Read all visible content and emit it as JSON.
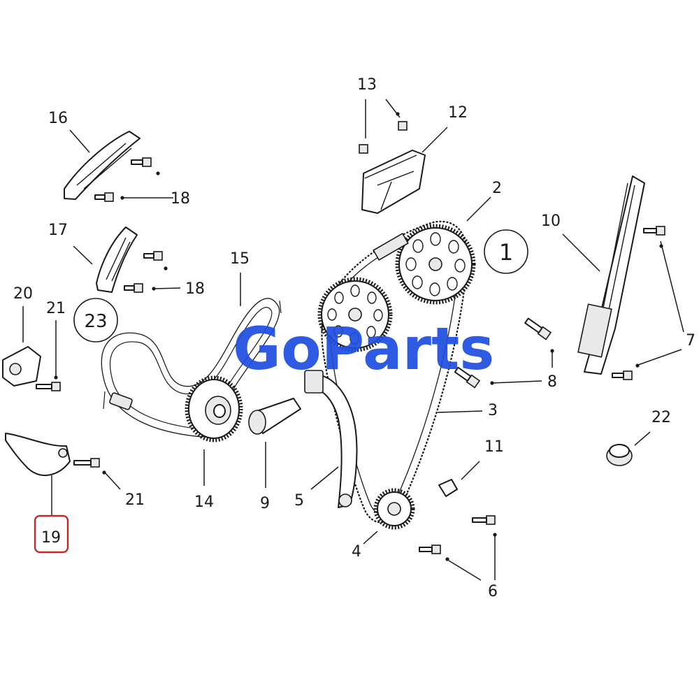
{
  "brand": {
    "logo_text": "GoParts",
    "logo_color": "#1f4fe0"
  },
  "highlight_color": "#c62828",
  "callouts": {
    "c1": "1",
    "c2": "2",
    "c3": "3",
    "c4": "4",
    "c5": "5",
    "c6": "6",
    "c7": "7",
    "c8": "8",
    "c9": "9",
    "c10": "10",
    "c11": "11",
    "c12": "12",
    "c13": "13",
    "c14": "14",
    "c15": "15",
    "c16": "16",
    "c17": "17",
    "c18a": "18",
    "c18b": "18",
    "c19": "19",
    "c20": "20",
    "c21a": "21",
    "c21b": "21",
    "c22": "22",
    "c23": "23"
  }
}
